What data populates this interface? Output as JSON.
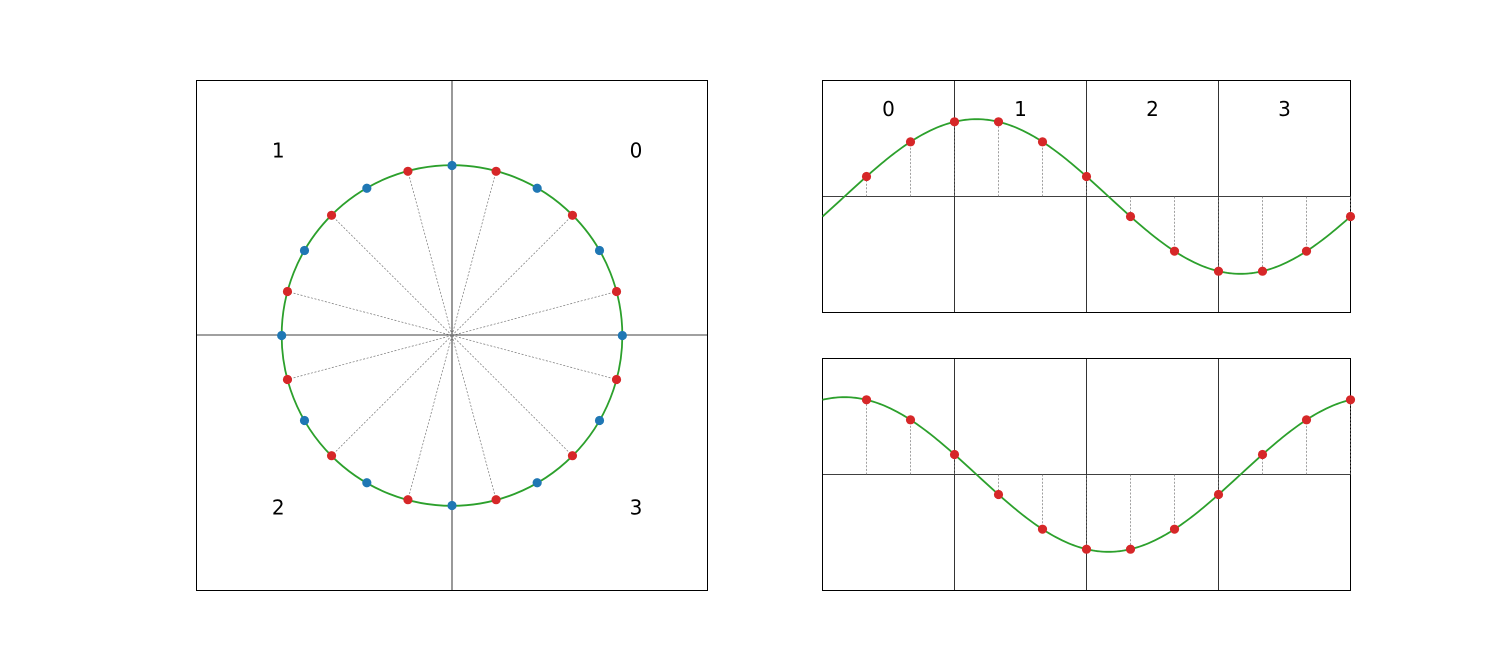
{
  "colors": {
    "curve": "#2ca02c",
    "half_step_point": "#d62728",
    "grid_point": "#1f77b4"
  },
  "chart_data": [
    {
      "type": "scatter",
      "name": "unit-circle",
      "title": "",
      "xlim": [
        -1.5,
        1.5
      ],
      "ylim": [
        -1.5,
        1.5
      ],
      "grid": false,
      "circle": {
        "center": [
          0,
          0
        ],
        "radius": 1
      },
      "quadrant_labels": [
        {
          "text": "0",
          "x": 1.08,
          "y": 1.08
        },
        {
          "text": "1",
          "x": -1.02,
          "y": 1.08
        },
        {
          "text": "2",
          "x": -1.02,
          "y": -1.02
        },
        {
          "text": "3",
          "x": 1.08,
          "y": -1.02
        }
      ],
      "series": [
        {
          "color": "red",
          "angles_deg": [
            15,
            45,
            75,
            105,
            135,
            165,
            195,
            225,
            255,
            285,
            315,
            345
          ]
        },
        {
          "color": "blue",
          "angles_deg": [
            0,
            30,
            60,
            90,
            120,
            150,
            180,
            210,
            240,
            270,
            300,
            330
          ]
        }
      ]
    },
    {
      "type": "line",
      "name": "sine",
      "function": "sin",
      "xlim": [
        -0.5,
        5.5
      ],
      "ylim": [
        -1.5,
        1.5
      ],
      "column_labels": [
        "0",
        "1",
        "2",
        "3"
      ],
      "x": [
        0,
        1,
        2,
        3,
        4,
        5,
        6,
        7,
        8,
        9,
        10,
        11
      ],
      "values": [
        0.259,
        0.707,
        0.966,
        0.966,
        0.707,
        0.259,
        -0.259,
        -0.707,
        -0.966,
        -0.966,
        -0.707,
        -0.259
      ]
    },
    {
      "type": "line",
      "name": "cosine",
      "function": "cos",
      "xlim": [
        -0.5,
        5.5
      ],
      "ylim": [
        -1.5,
        1.5
      ],
      "column_labels": [],
      "x": [
        0,
        1,
        2,
        3,
        4,
        5,
        6,
        7,
        8,
        9,
        10,
        11
      ],
      "values": [
        0.966,
        0.707,
        0.259,
        -0.259,
        -0.707,
        -0.966,
        -0.966,
        -0.707,
        -0.259,
        0.259,
        0.707,
        0.966
      ]
    }
  ]
}
